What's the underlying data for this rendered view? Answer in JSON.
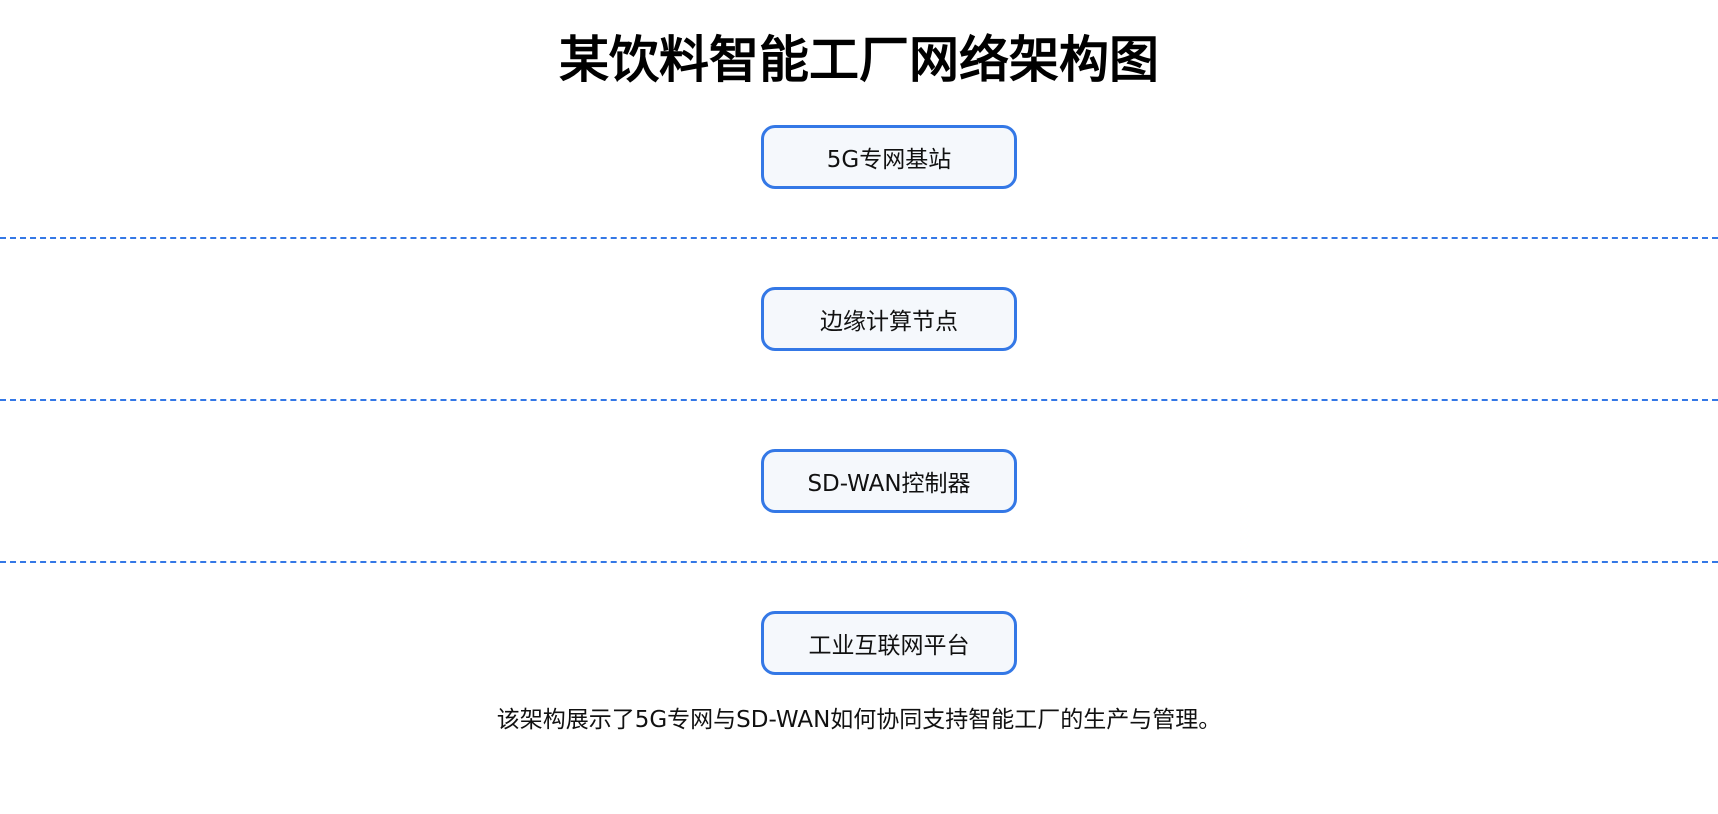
{
  "title": "某饮料智能工厂网络架构图",
  "nodes": [
    {
      "label": "5G专网基站"
    },
    {
      "label": "边缘计算节点"
    },
    {
      "label": "SD-WAN控制器"
    },
    {
      "label": "工业互联网平台"
    }
  ],
  "caption": "该架构展示了5G专网与SD-WAN如何协同支持智能工厂的生产与管理。",
  "colors": {
    "accent": "#3478e6",
    "node_fill": "#f5f8fc",
    "text": "#111111"
  }
}
